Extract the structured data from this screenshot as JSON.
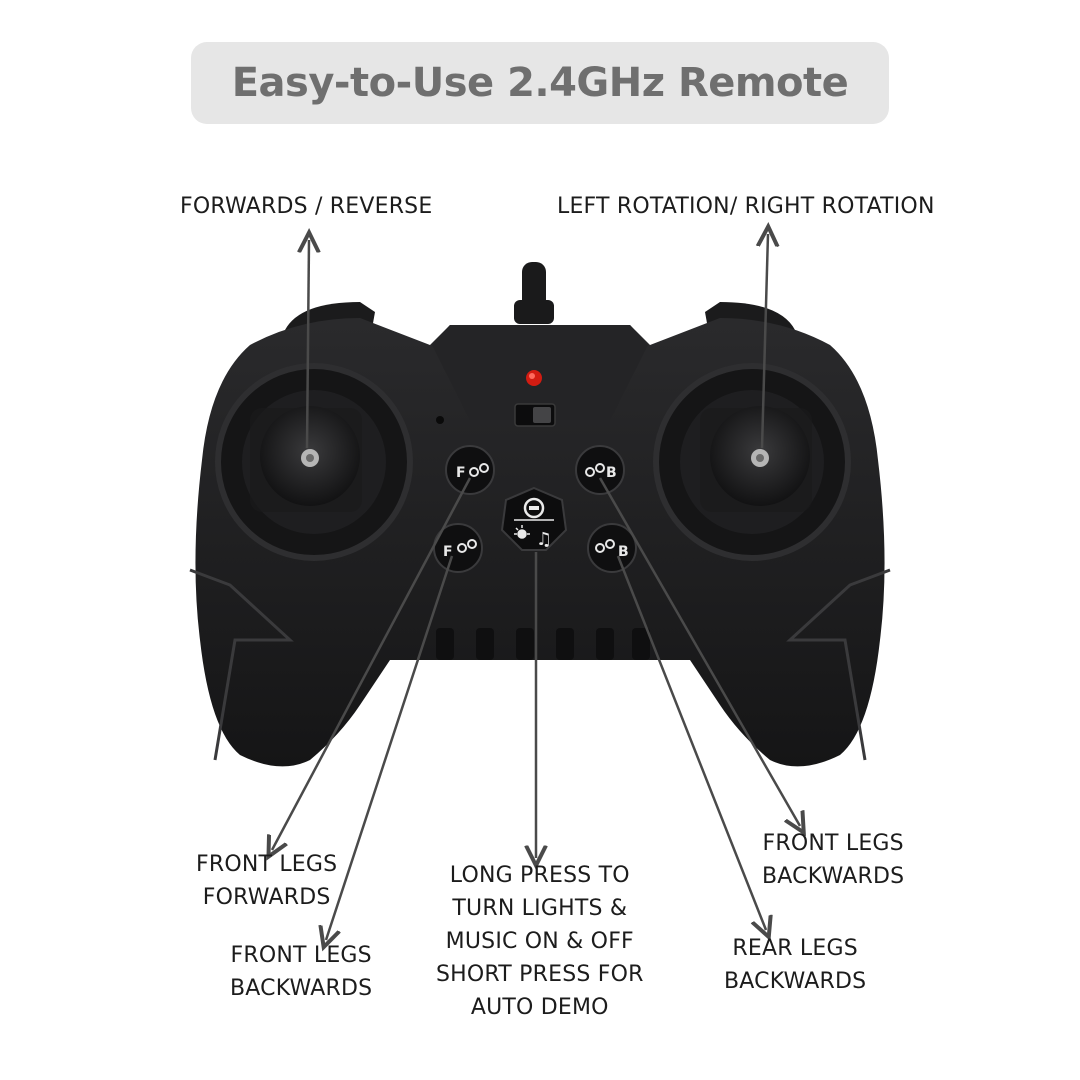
{
  "title": "Easy-to-Use 2.4GHz Remote",
  "colors": {
    "title_bg": "#e6e6e6",
    "title_text": "#6f6f6f",
    "controller_body": "#1d1d1f",
    "arrow": "#4a4a4a",
    "led": "#d21c12"
  },
  "labels": {
    "forwards_reverse": "FORWARDS / REVERSE",
    "rotation": "LEFT ROTATION/ RIGHT ROTATION",
    "front_legs_forwards": {
      "line1": "FRONT LEGS",
      "line2": "FORWARDS"
    },
    "front_legs_backwards_left": {
      "line1": "FRONT LEGS",
      "line2": "BACKWARDS"
    },
    "lights_music": {
      "line1": "LONG PRESS TO",
      "line2": "TURN LIGHTS &",
      "line3": "MUSIC ON & OFF",
      "line4": "SHORT PRESS FOR",
      "line5": "AUTO DEMO"
    },
    "front_legs_backwards_right": {
      "line1": "FRONT LEGS",
      "line2": "BACKWARDS"
    },
    "rear_legs_backwards": {
      "line1": "REAR LEGS",
      "line2": "BACKWARDS"
    }
  },
  "buttons": {
    "top_left": "F",
    "bottom_left": "F",
    "top_right": "B",
    "bottom_right": "B"
  },
  "icons": [
    "music-note-icon",
    "light-icon",
    "demo-icon",
    "legs-icon"
  ]
}
